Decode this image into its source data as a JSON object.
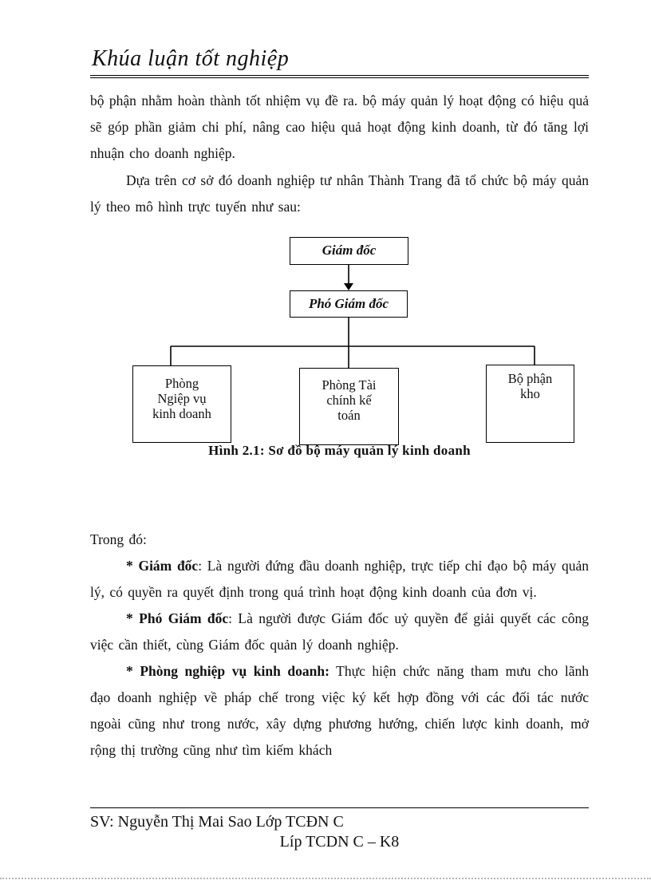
{
  "header": {
    "title": "Khúa luận tốt nghiệp"
  },
  "body": {
    "para1": "bộ phận nhằm hoàn thành tốt nhiệm vụ đề ra. bộ máy quản lý hoạt động có hiệu quả sẽ góp phần giảm chi phí, nâng cao hiệu quả hoạt động kinh doanh, từ đó tăng lợi nhuận cho doanh nghiệp.",
    "para2": "Dựa trên cơ sở đó doanh nghiệp tư nhân Thành Trang đã tổ chức bộ máy quản lý theo mô hình trực tuyến như sau:",
    "trong_do": "Trong đó:",
    "items": [
      {
        "label": "* Giám đốc",
        "text": ": Là người đứng đầu doanh nghiệp, trực tiếp chỉ đạo bộ máy quản lý, có quyền ra quyết định trong quá trình hoạt động kinh doanh của đơn vị."
      },
      {
        "label": "* Phó Giám đốc",
        "text": ": Là người được Giám đốc uỷ quyền để giải quyết các công việc cần thiết, cùng Giám đốc quản lý doanh nghiệp."
      },
      {
        "label": "* Phòng nghiệp vụ kinh doanh:",
        "text": " Thực hiện chức năng tham mưu cho lãnh đạo doanh nghiệp về pháp chế trong việc ký kết hợp đồng với các đối tác nước ngoài cũng như trong nước, xây dựng phương hướng, chiến lược kinh doanh, mở rộng thị trường cũng như tìm kiếm khách"
      }
    ]
  },
  "diagram": {
    "director": "Giám đốc",
    "deputy": "Phó Giám đốc",
    "departments": [
      "Phòng\nNgiệp vụ\nkinh doanh",
      "Phòng Tài\nchính kế\ntoán",
      "Bộ phận\nkho"
    ],
    "caption": "Hình 2.1: Sơ đồ bộ máy quản lý kinh doanh"
  },
  "footer": {
    "line1": "SV: Nguyễn Thị Mai Sao Lớp TCĐN C",
    "line2": "Líp TCDN C – K8"
  }
}
